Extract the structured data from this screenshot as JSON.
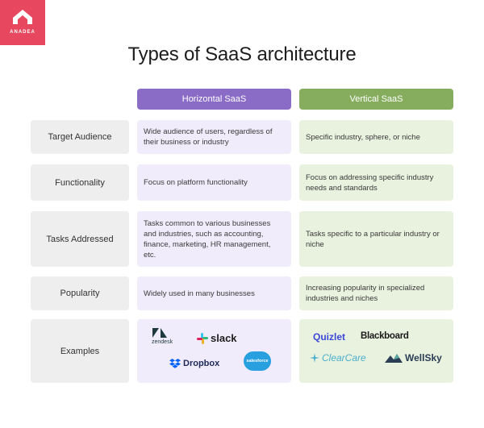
{
  "logo": {
    "text": "ANADEA"
  },
  "title": "Types of SaaS architecture",
  "columns": {
    "horizontal": "Horizontal SaaS",
    "vertical": "Vertical SaaS"
  },
  "rows": [
    {
      "label": "Target Audience",
      "horizontal": "Wide audience of users, regardless of their business or industry",
      "vertical": "Specific industry, sphere, or niche"
    },
    {
      "label": "Functionality",
      "horizontal": "Focus on platform functionality",
      "vertical": "Focus on addressing specific industry needs and standards"
    },
    {
      "label": "Tasks Addressed",
      "horizontal": "Tasks common to various businesses and industries, such as accounting, finance, marketing, HR management, etc.",
      "vertical": "Tasks specific to a particular industry or niche"
    },
    {
      "label": "Popularity",
      "horizontal": "Widely used in many businesses",
      "vertical": "Increasing popularity in specialized industries and niches"
    },
    {
      "label": "Examples"
    }
  ],
  "examples": {
    "horizontal": {
      "zendesk": "zendesk",
      "slack": "slack",
      "dropbox": "Dropbox",
      "salesforce": "salesforce"
    },
    "vertical": {
      "quizlet": "Quizlet",
      "blackboard": "Blackboard",
      "clearcare": "ClearCare",
      "wellsky": "WellSky"
    }
  },
  "colors": {
    "brand": "#e8485f",
    "horizontal_header": "#8a6cc7",
    "vertical_header": "#86ad5e",
    "horizontal_cell": "#f1ecfb",
    "vertical_cell": "#e9f1df"
  }
}
